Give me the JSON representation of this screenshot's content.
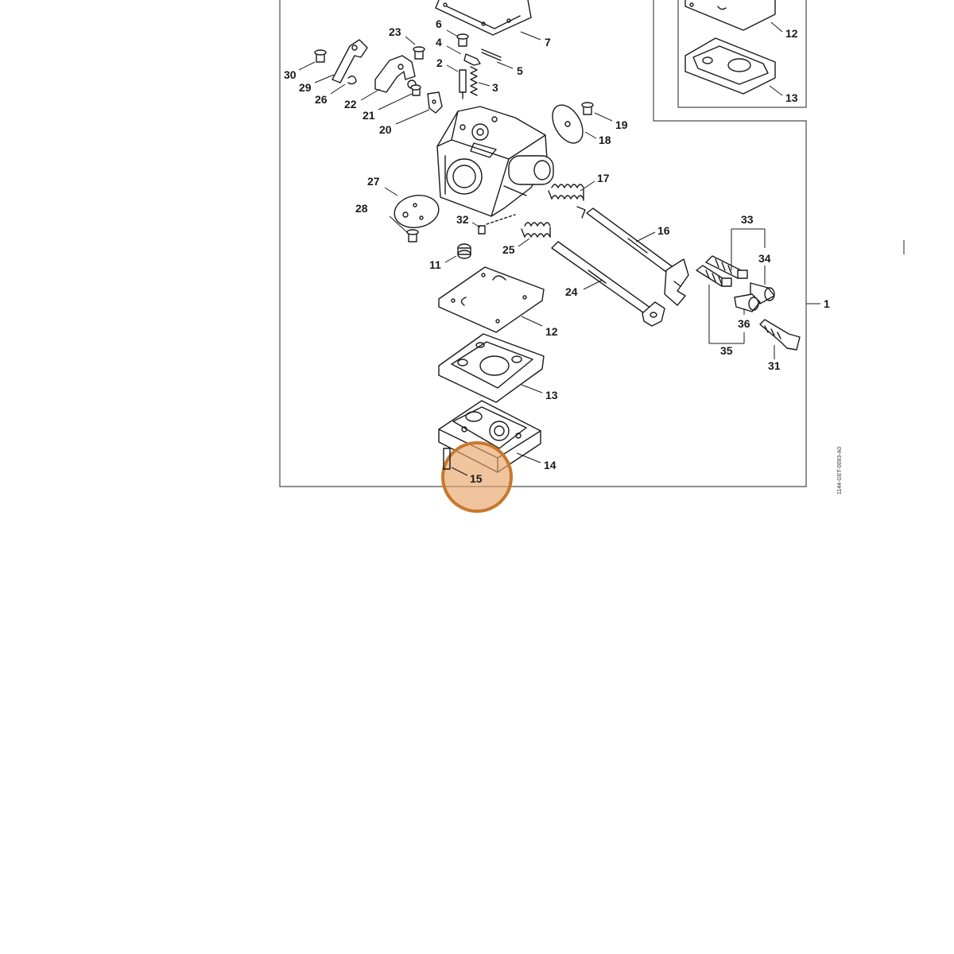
{
  "diagram": {
    "drawing_code": "1144-GET-0093-A0",
    "assembly_label": "1",
    "highlight": {
      "label": "15",
      "color": "#e8a468",
      "stroke": "#c8782e"
    },
    "part_labels": {
      "p1": "1",
      "p2": "2",
      "p3": "3",
      "p4": "4",
      "p5": "5",
      "p6": "6",
      "p7": "7",
      "p11": "11",
      "p12": "12",
      "p12b": "12",
      "p13": "13",
      "p13b": "13",
      "p14": "14",
      "p16": "16",
      "p17": "17",
      "p18": "18",
      "p19": "19",
      "p20": "20",
      "p21": "21",
      "p22": "22",
      "p23": "23",
      "p24": "24",
      "p25": "25",
      "p26": "26",
      "p27": "27",
      "p28": "28",
      "p29": "29",
      "p30": "30",
      "p31": "31",
      "p32": "32",
      "p33": "33",
      "p34": "34",
      "p35": "35",
      "p36": "36"
    }
  }
}
